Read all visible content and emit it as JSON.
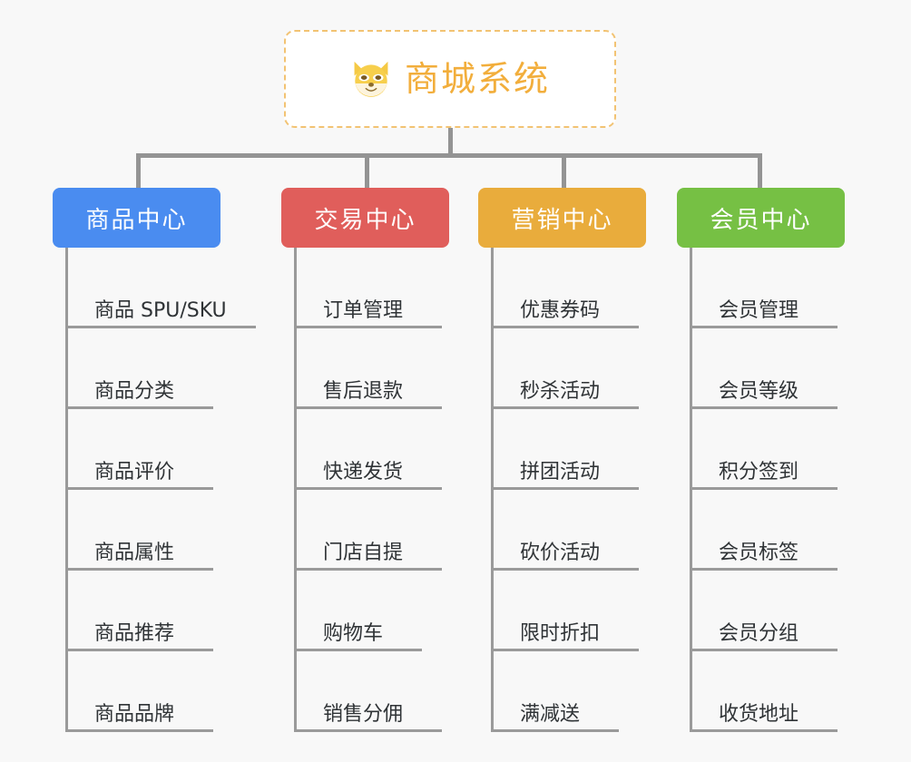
{
  "background_color": "#f8f8f8",
  "root": {
    "title": "商城系统",
    "icon": "shiba-dog-face-icon",
    "text_color": "#f2ae3c",
    "border_color": "#f2c373",
    "background_color": "#ffffff"
  },
  "connector_color": "#949494",
  "columns": [
    {
      "title": "商品中心",
      "color": "#4a8cf0",
      "items": [
        {
          "label": "商品 SPU/SKU",
          "underline_width": 210
        },
        {
          "label": "商品分类",
          "underline_width": 163
        },
        {
          "label": "商品评价",
          "underline_width": 163
        },
        {
          "label": "商品属性",
          "underline_width": 163
        },
        {
          "label": "商品推荐",
          "underline_width": 163
        },
        {
          "label": "商品品牌",
          "underline_width": 163
        }
      ]
    },
    {
      "title": "交易中心",
      "color": "#e05e5b",
      "items": [
        {
          "label": "订单管理",
          "underline_width": 163
        },
        {
          "label": "售后退款",
          "underline_width": 163
        },
        {
          "label": "快递发货",
          "underline_width": 163
        },
        {
          "label": "门店自提",
          "underline_width": 163
        },
        {
          "label": "购物车",
          "underline_width": 141
        },
        {
          "label": "销售分佣",
          "underline_width": 163
        }
      ]
    },
    {
      "title": "营销中心",
      "color": "#e9ac3c",
      "items": [
        {
          "label": "优惠券码",
          "underline_width": 163
        },
        {
          "label": "秒杀活动",
          "underline_width": 163
        },
        {
          "label": "拼团活动",
          "underline_width": 163
        },
        {
          "label": "砍价活动",
          "underline_width": 163
        },
        {
          "label": "限时折扣",
          "underline_width": 163
        },
        {
          "label": "满减送",
          "underline_width": 141
        }
      ]
    },
    {
      "title": "会员中心",
      "color": "#76c044",
      "items": [
        {
          "label": "会员管理",
          "underline_width": 163
        },
        {
          "label": "会员等级",
          "underline_width": 163
        },
        {
          "label": "积分签到",
          "underline_width": 163
        },
        {
          "label": "会员标签",
          "underline_width": 163
        },
        {
          "label": "会员分组",
          "underline_width": 163
        },
        {
          "label": "收货地址",
          "underline_width": 163
        }
      ]
    }
  ]
}
